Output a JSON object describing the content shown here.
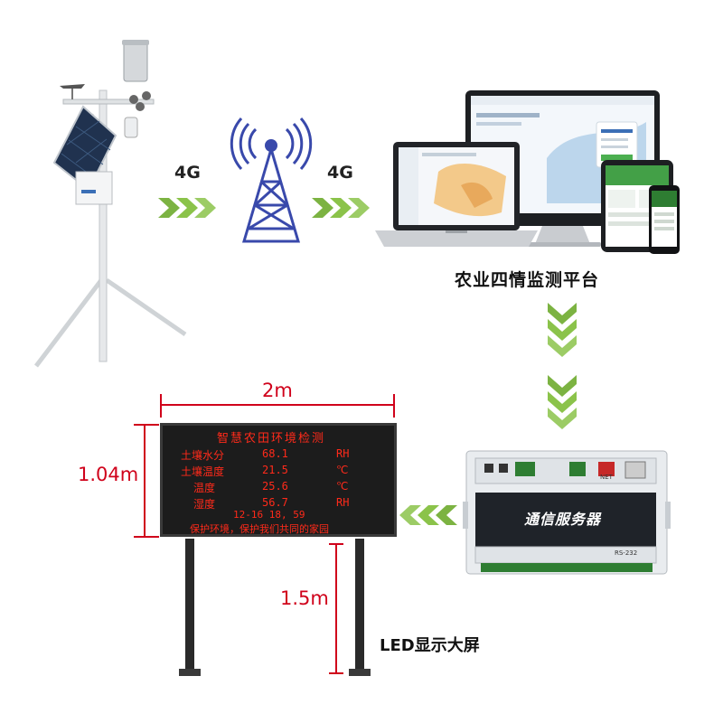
{
  "links": {
    "left_label": "4G",
    "right_label": "4G"
  },
  "platform": {
    "label": "农业四情监测平台"
  },
  "server": {
    "label": "通信服务器",
    "port_labels": [
      "RS-232",
      "NET"
    ]
  },
  "led_board": {
    "lines": {
      "title": "智慧农田环境检测",
      "soil_moisture_name": "土壤水分",
      "soil_moisture_value": "68.1",
      "soil_moisture_unit": "RH",
      "soil_temp_name": "土壤温度",
      "soil_temp_value": "21.5",
      "soil_temp_unit": "℃",
      "temp_name": "温度",
      "temp_value": "25.6",
      "temp_unit": "℃",
      "humidity_name": "湿度",
      "humidity_value": "56.7",
      "humidity_unit": "RH",
      "datetime": "12-16 18, 59",
      "slogan": "保护环境，保护我们共同的家园"
    },
    "width_label": "2m",
    "height_label": "1.04m",
    "pole_height_label": "1.5m",
    "caption": "LED显示大屏"
  },
  "colors": {
    "arrow_green": "#7cb342",
    "tower_blue": "#3949ab",
    "dimension_red": "#d0021b",
    "led_red": "#ff2a1a"
  }
}
